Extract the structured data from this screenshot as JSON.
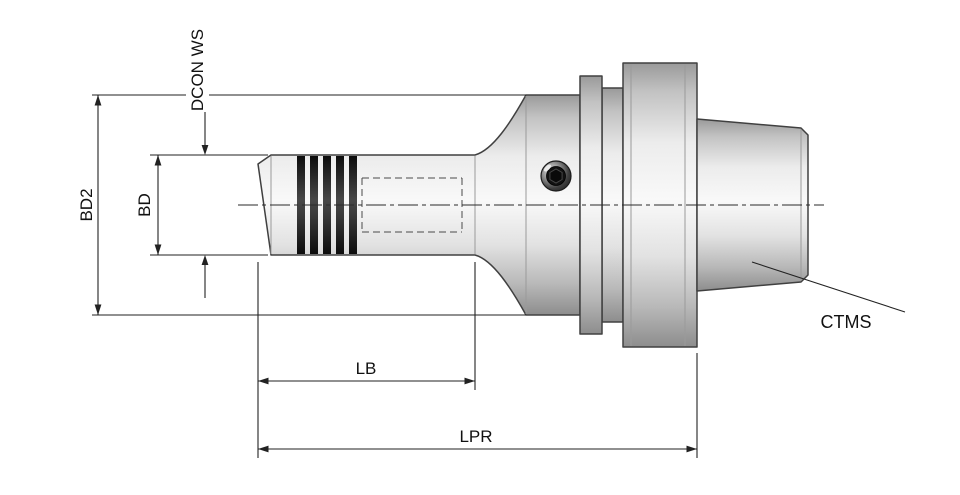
{
  "drawing": {
    "labels": {
      "dcon_ws": "DCON WS",
      "bd2": "BD2",
      "bd": "BD",
      "lb": "LB",
      "lpr": "LPR",
      "ctms": "CTMS"
    },
    "colors": {
      "background": "#ffffff",
      "part_outline": "#404040",
      "dimension_lines": "#222222",
      "metal_highlight": "#f9f9f9",
      "metal_shadow": "#8d8d8d",
      "groove_dark": "#0c0c0c"
    }
  }
}
